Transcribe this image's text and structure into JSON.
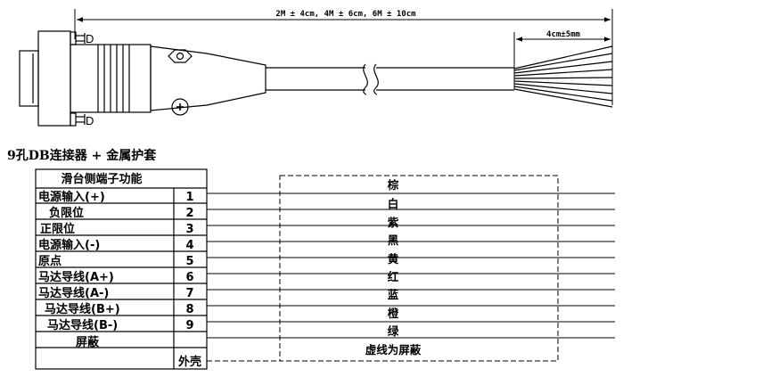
{
  "drawing": {
    "length_dim": "2M ± 4cm, 4M ± 6cm, 6M ± 10cm",
    "strip_dim": "4cm±5mm",
    "pin_mark_top": "D",
    "pin_mark_bottom": "D",
    "caption": "9孔DB连接器 + 金属护套"
  },
  "table": {
    "header": "滑台侧端子功能",
    "rows": [
      {
        "function": "电源输入(+)",
        "pin": "1",
        "wire_color": "棕"
      },
      {
        "function": "负限位",
        "pin": "2",
        "wire_color": "白"
      },
      {
        "function": "正限位",
        "pin": "3",
        "wire_color": "紫"
      },
      {
        "function": "电源输入(-)",
        "pin": "4",
        "wire_color": "黑"
      },
      {
        "function": "原点",
        "pin": "5",
        "wire_color": "黄"
      },
      {
        "function": "马达导线(A+)",
        "pin": "6",
        "wire_color": "红"
      },
      {
        "function": "马达导线(A-)",
        "pin": "7",
        "wire_color": "蓝"
      },
      {
        "function": "马达导线(B+)",
        "pin": "8",
        "wire_color": "橙"
      },
      {
        "function": "马达导线(B-)",
        "pin": "9",
        "wire_color": "绿"
      },
      {
        "function": "屏蔽",
        "pin": "外壳",
        "wire_color": "虚线为屏蔽"
      }
    ]
  }
}
